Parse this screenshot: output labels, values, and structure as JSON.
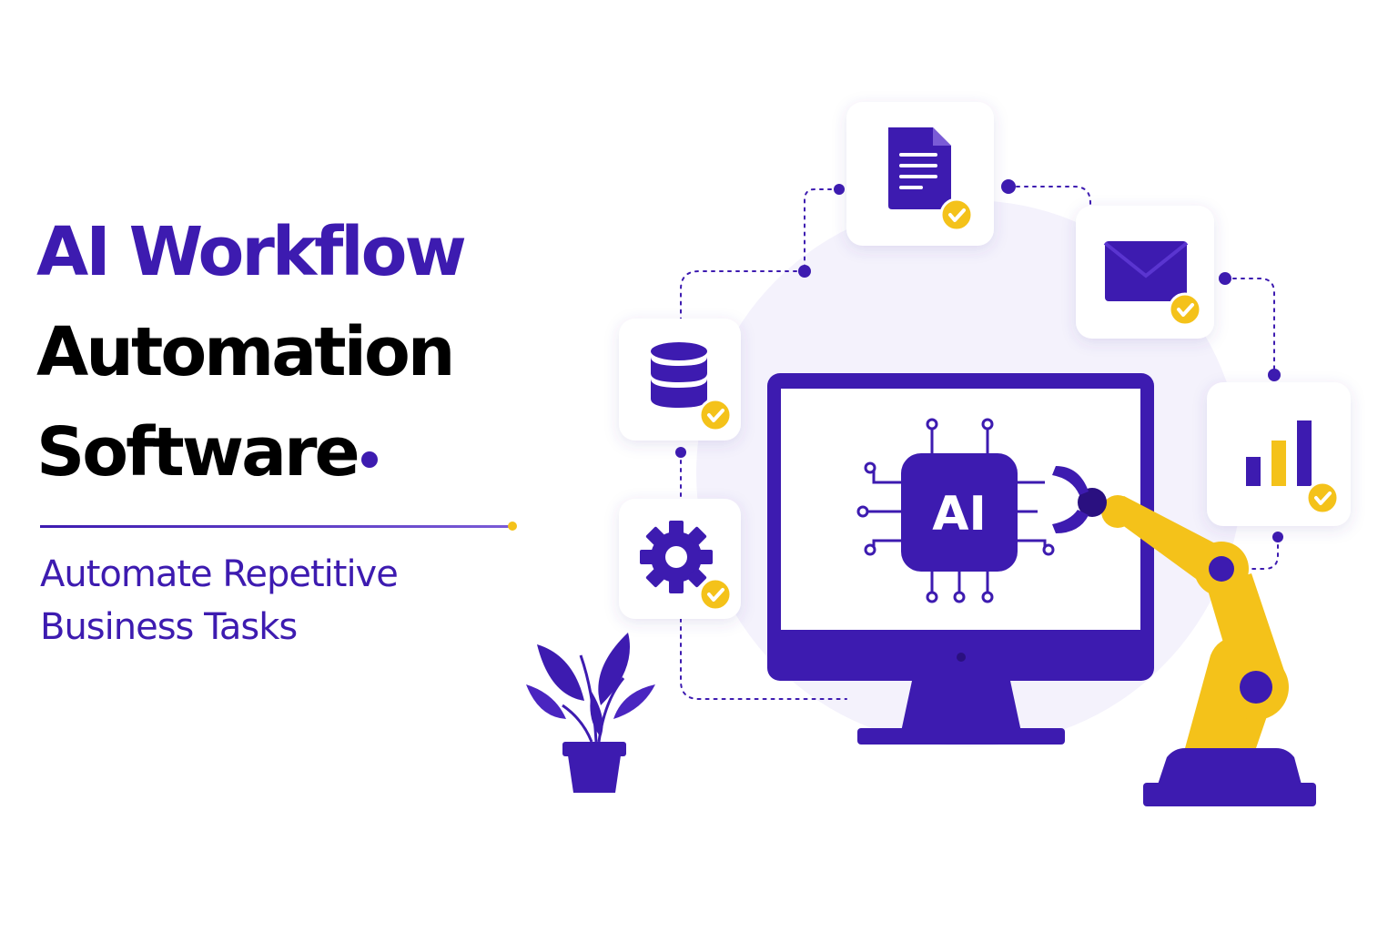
{
  "headline": {
    "line1": "AI Workflow",
    "line2": "Automation",
    "line3": "Software"
  },
  "subtitle": {
    "line1": "Automate Repetitive",
    "line2": "Business Tasks"
  },
  "chip_label": "AI",
  "colors": {
    "primary": "#3d1bb0",
    "accent": "#f4c21a",
    "text_dark": "#000000",
    "card_bg": "#ffffff"
  },
  "icons": [
    "document-icon",
    "email-icon",
    "database-icon",
    "bar-chart-icon",
    "gear-icon",
    "checkmark-icon",
    "ai-chip-icon",
    "monitor-icon",
    "robot-arm-icon",
    "plant-icon"
  ]
}
